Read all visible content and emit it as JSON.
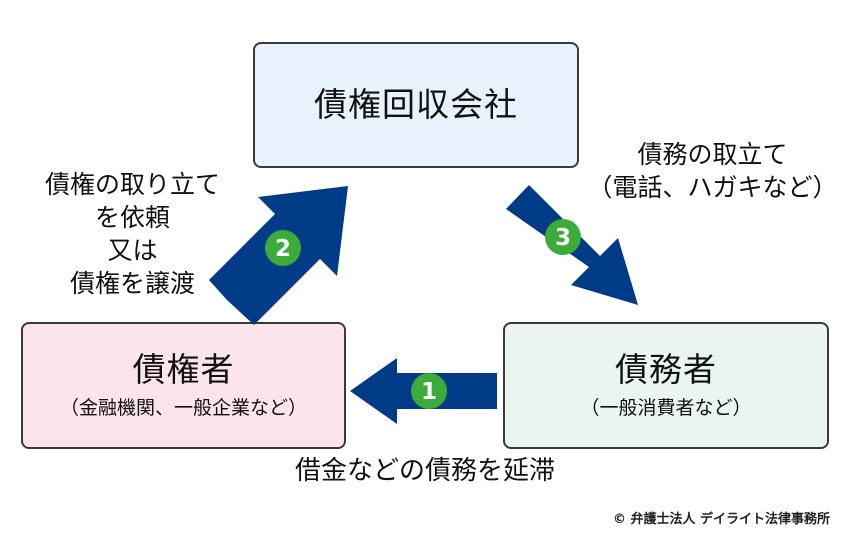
{
  "nodes": {
    "agency": {
      "title": "債権回収会社",
      "fill": "#e8f2fc"
    },
    "creditor": {
      "title": "債権者",
      "subtitle": "（金融機関、一般企業など）",
      "fill": "#fce4ec"
    },
    "debtor": {
      "title": "債務者",
      "subtitle": "（一般消費者など）",
      "fill": "#e9f5ee"
    }
  },
  "labels": {
    "left": [
      "債権の取り立て",
      "を依頼",
      "又は",
      "債権を譲渡"
    ],
    "right": [
      "債務の取立て",
      "（電話、ハガキなど）"
    ],
    "bottom": "借金などの債務を延滞"
  },
  "badges": [
    "1",
    "2",
    "3"
  ],
  "colors": {
    "arrow": "#003b87",
    "badge": "#3bab3a"
  },
  "copyright": "© 弁護士法人 デイライト法律事務所"
}
